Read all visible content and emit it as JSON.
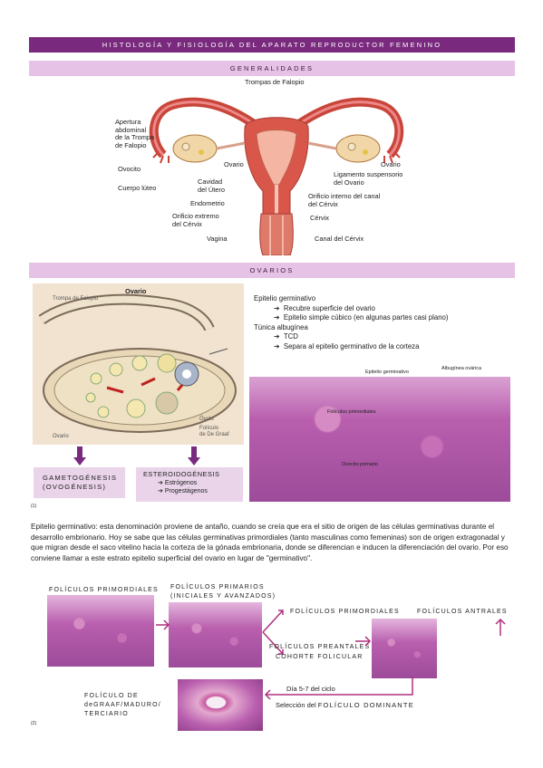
{
  "header": {
    "title": "HISTOLOGÍA Y FISIOLOGÍA DEL APARATO REPRODUCTOR FEMENINO"
  },
  "sections": {
    "general": "GENERALIDADES",
    "ovarios": "OVARIOS"
  },
  "anatomy_labels": {
    "trompas": "Trompas de Falopio",
    "apertura": [
      "Apertura",
      "abdominal",
      "de la Trompa",
      "de Falopio"
    ],
    "ovocito": "Ovocito",
    "cuerpo_luteo": "Cuerpo lúteo",
    "ovario_left": "Ovario",
    "cavidad": [
      "Cavidad",
      "del Útero"
    ],
    "endometrio": "Endometrio",
    "orificio_externo": [
      "Orificio extremo",
      "del Cérvix"
    ],
    "vagina": "Vagina",
    "ovario_right": "Ovario",
    "ligamento": [
      "Ligamento suspensorio",
      "del Ovario"
    ],
    "orificio_interno": [
      "Orificio interno del canal",
      "del Cérvix"
    ],
    "cervix": "Cérvix",
    "canal": "Canal del Cérvix"
  },
  "ovary_diagram": {
    "title": "Ovario",
    "trompa": "Trompa de Falopio",
    "ovario_bottom": "Ovario",
    "ovulo": "Óvulo",
    "foliculo": [
      "Folículo",
      "de De Graaf"
    ]
  },
  "ovary_boxes": {
    "gametogenesis": [
      "GAMETOGÉNESIS",
      "(OVOGÉNESIS)"
    ],
    "esteroidogenesis": "ESTEROIDOGÉNESIS",
    "estrogenos": "Estrógenos",
    "progestagenos": "Progestágenos"
  },
  "ref1": "(1)",
  "ref2": "(2)",
  "epitelio_list": {
    "epitelio": "Epitelio germinativo",
    "e1": "Recubre superficie del ovario",
    "e2": "Epitelio simple cúbico (en algunas partes casi plano)",
    "tunica": "Túnica albugínea",
    "t1": "TCD",
    "t2": "Separa al epitelio germinativo de la corteza"
  },
  "histo_labels": {
    "epitelio": "Epitelio germinativo",
    "albuginea": "Albugínea ovárica",
    "primordiales": "Folículos primordiales",
    "ovocito": "Ovocito primario"
  },
  "paragraph": "Epitelio germinativo: esta denominación proviene de antaño, cuando se creía que era el sitio de origen de las células germinativas durante el desarrollo embrionario. Hoy se sabe que las células germinativas primordiales (tanto masculinas como femeninas) son de origen extragonadal y que migran desde el saco vitelino hacia la corteza de la gónada embrionaria, donde se diferencian e inducen la diferenciación del ovario. Por eso conviene llamar a este estrato epitelio superficial del ovario en lugar de \"germinativo\".",
  "follicles": {
    "primordiales_top": "FOLÍCULOS PRIMORDIALES",
    "primarios": "FOLÍCULOS PRIMARIOS",
    "primarios_sub": "(INICIALES Y AVANZADOS)",
    "primordiales_mid": "FOLÍCULOS PRIMORDIALES",
    "antrales": "FOLÍCULOS ANTRALES",
    "preantales": "FOLÍCULOS PREANTALES",
    "cohorte": "COHORTE FOLICULAR",
    "dia": "Día 5-7 del ciclo",
    "seleccion_pre": "Selección del",
    "seleccion_caps": "FOLÍCULO DOMINANTE",
    "degraaf": [
      "FOLÍCULO DE",
      "deGRAAF/MADURO/",
      "TERCIARIO"
    ]
  },
  "colors": {
    "header": "#7a2a7e",
    "section": "#e6c3e6",
    "accent": "#7a2a7e"
  }
}
